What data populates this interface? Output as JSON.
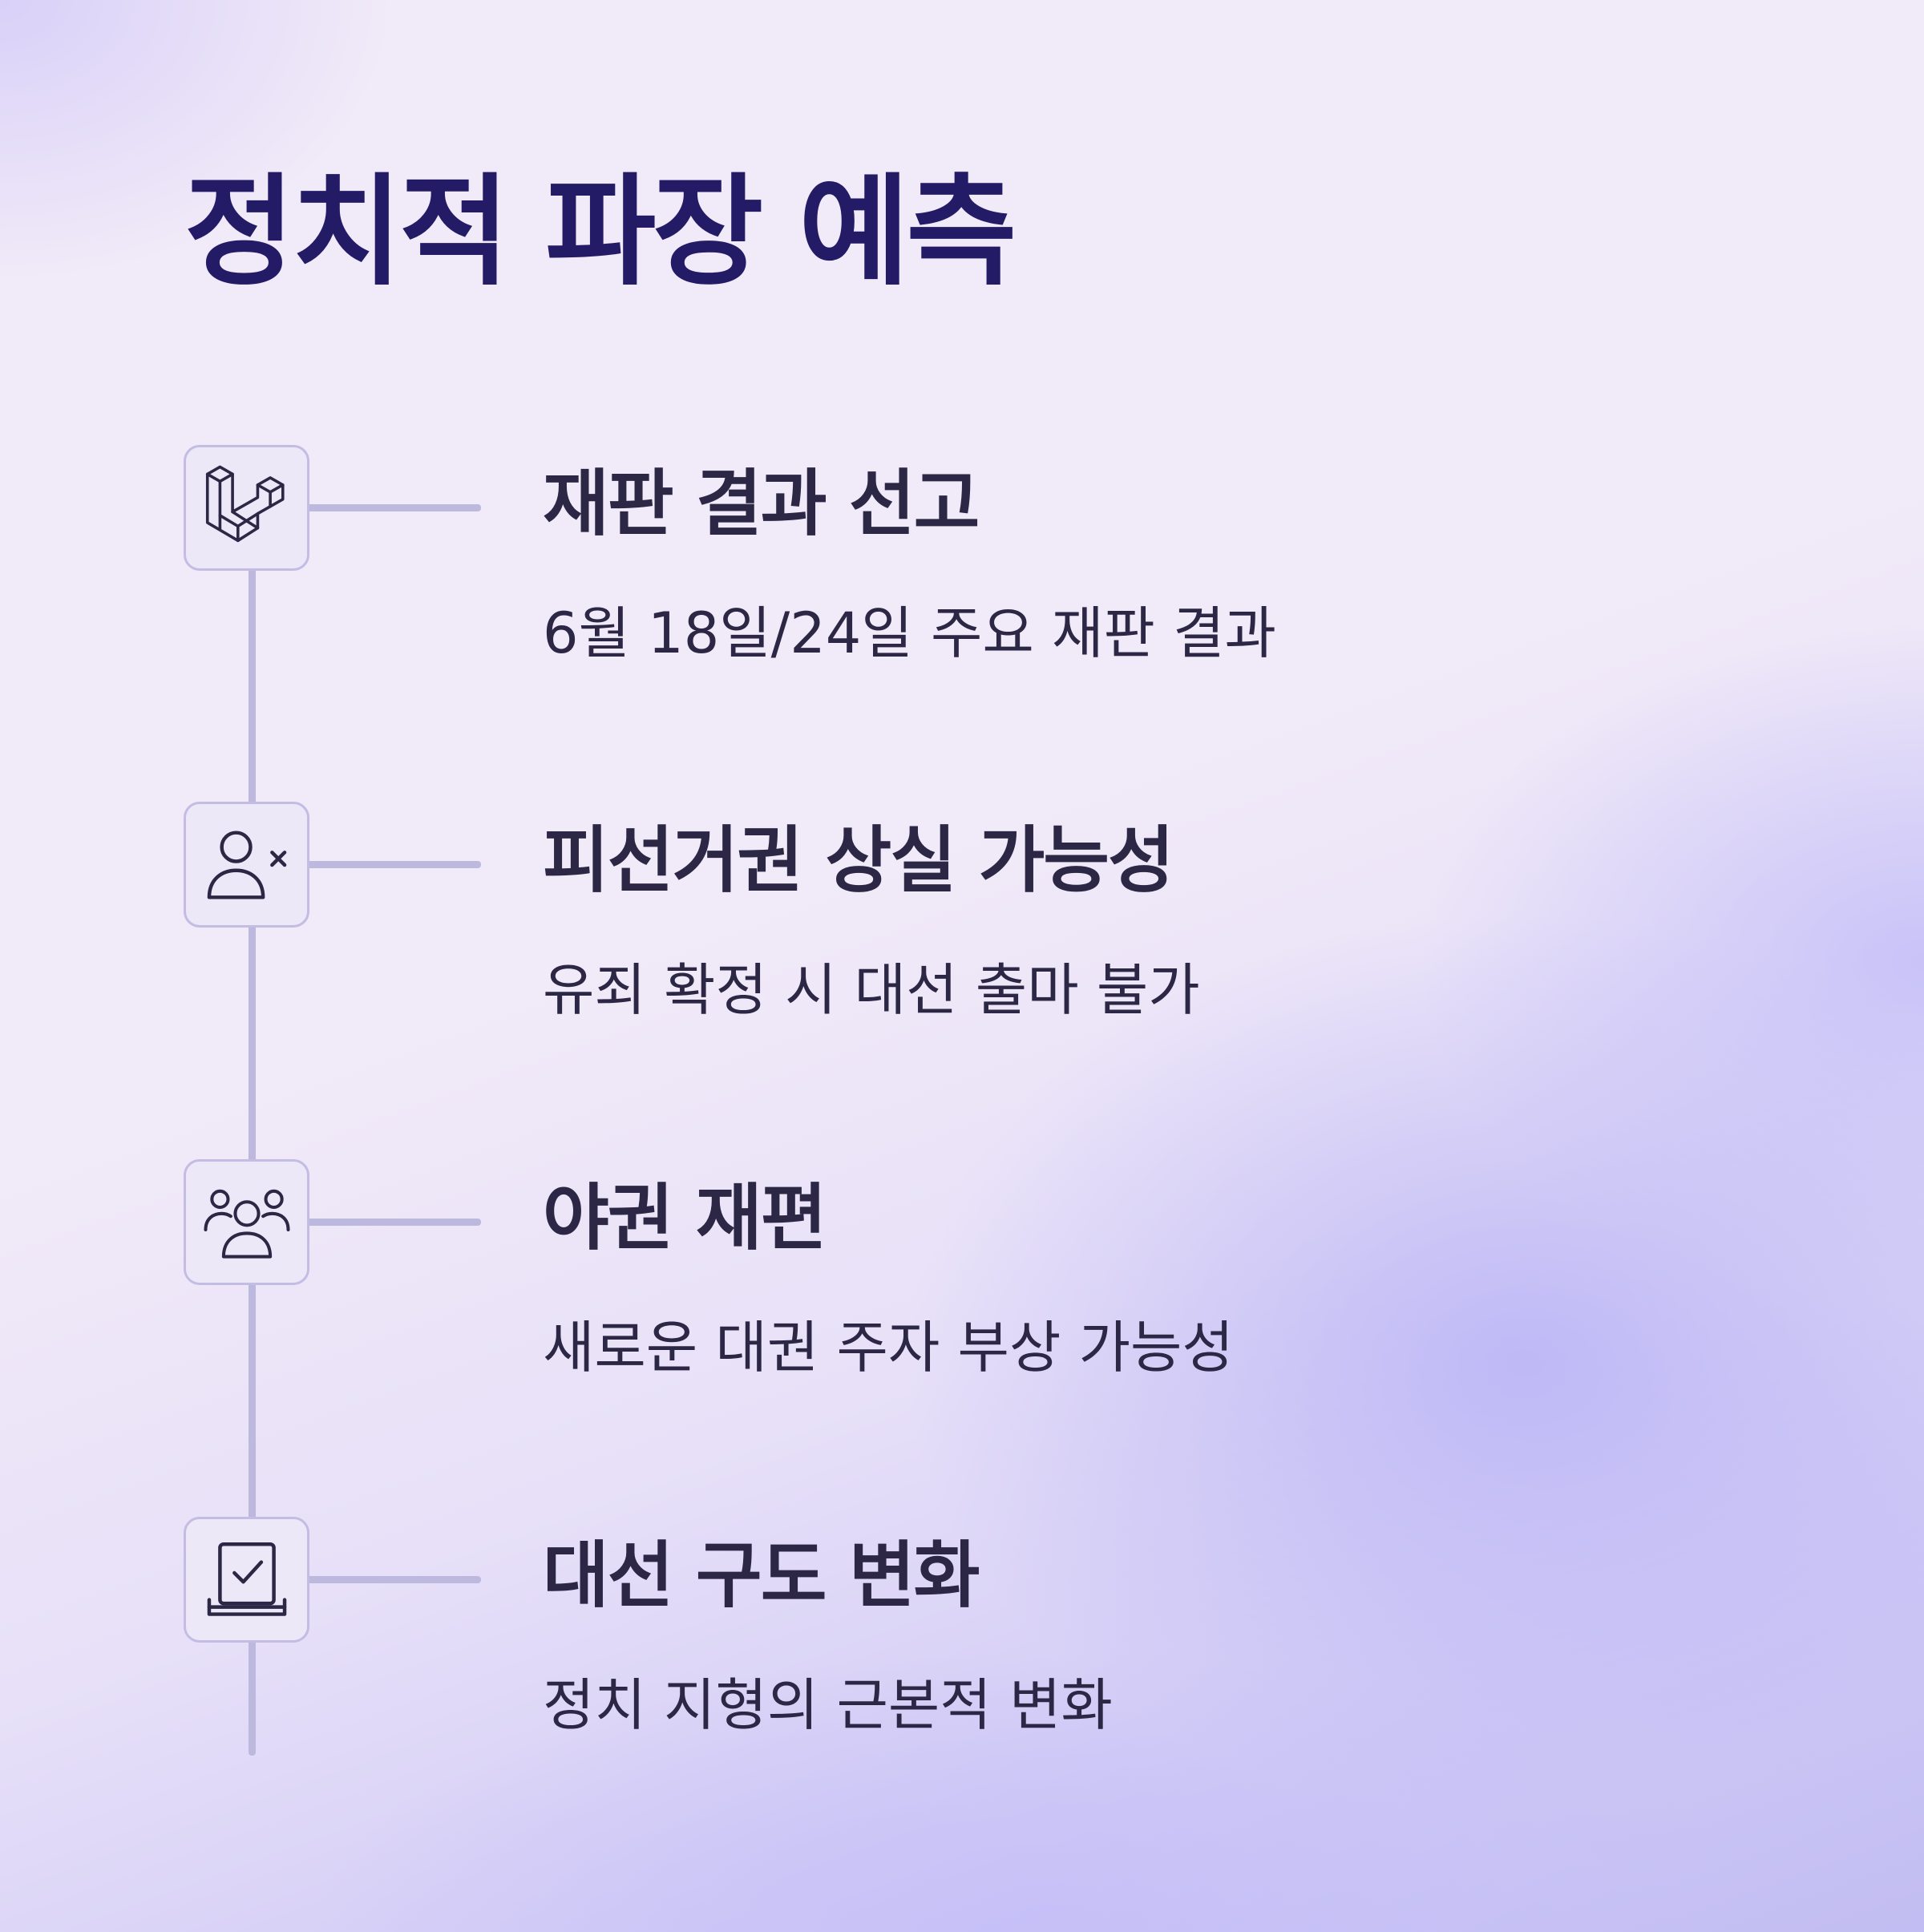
{
  "page": {
    "title": "정치적 파장 예측"
  },
  "timeline": {
    "items": [
      {
        "icon": "laravel-logo-icon",
        "title": "재판 결과 선고",
        "description": "6월 18일/24일 주요 재판 결과"
      },
      {
        "icon": "user-x-icon",
        "title": "피선거권 상실 가능성",
        "description": "유죄 확정 시 대선 출마 불가"
      },
      {
        "icon": "users-group-icon",
        "title": "야권 재편",
        "description": "새로운 대권 주자 부상 가능성"
      },
      {
        "icon": "ballot-box-check-icon",
        "title": "대선 구도 변화",
        "description": "정치 지형의 근본적 변화"
      }
    ]
  },
  "colors": {
    "title": "#231b66",
    "text": "#2b2744",
    "line": "#bdb8dd",
    "icon_border": "#c3bde3",
    "icon_bg": "#ece8f8"
  }
}
